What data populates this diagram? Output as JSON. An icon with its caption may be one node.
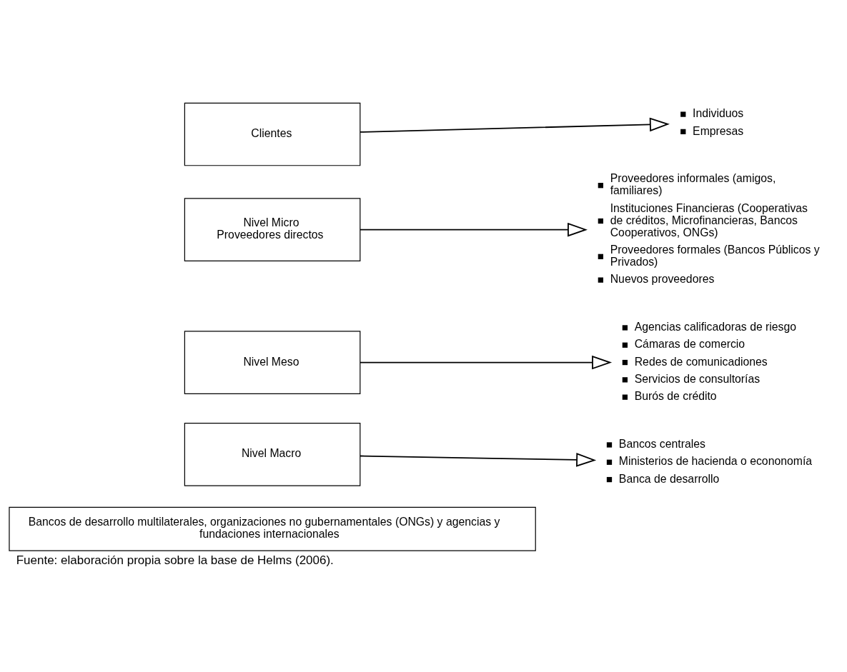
{
  "diagram": {
    "caption": "Fuente: elaboración propia sobre la base de Helms (2006).",
    "nodes": [
      {
        "text": [
          "Clientes"
        ]
      },
      {
        "text": [
          "Individuos",
          "Empresas"
        ]
      },
      {
        "text": [
          "Nivel Micro",
          "Proveedores directos"
        ]
      },
      {
        "text": [
          "Proveedores informales (amigos, familiares)",
          "Instituciones Financieras (Cooperativas de créditos, Microfinancieras, Bancos Cooperativos, ONGs)",
          "Proveedores formales (Bancos Públicos y Privados)",
          "Nuevos proveedores"
        ]
      },
      {
        "text": [
          "Nivel Meso"
        ]
      },
      {
        "text": [
          "Agencias calificadoras de riesgo",
          "Cámaras de comercio",
          "Redes de comunicadiones",
          "Servicios de consultorías",
          "Burós de crédito"
        ]
      },
      {
        "text": [
          "Nivel Macro"
        ]
      },
      {
        "text": [
          "Bancos centrales",
          "Ministerios de hacienda o econonomía",
          "Banca de desarrollo"
        ]
      },
      {
        "text": [
          "Bancos de desarrollo multilaterales, organizaciones no gubernamentales (ONGs) y agencias y fundaciones internacionales"
        ]
      }
    ],
    "edges": [
      {
        "from": 0,
        "to": 1,
        "arrow": "to"
      },
      {
        "from": 2,
        "to": 3,
        "arrow": "to"
      },
      {
        "from": 4,
        "to": 5,
        "arrow": "to"
      },
      {
        "from": 6,
        "to": 7,
        "arrow": "to"
      }
    ]
  }
}
